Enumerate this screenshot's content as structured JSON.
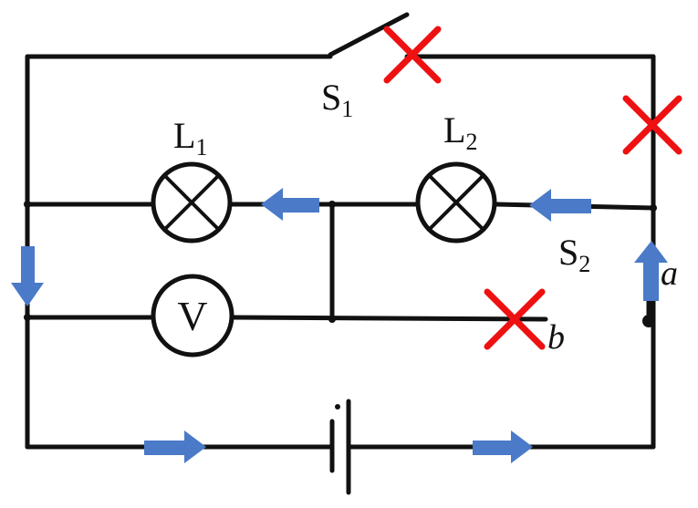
{
  "labels": {
    "switch1": "S",
    "switch1_sub": "1",
    "lamp1": "L",
    "lamp1_sub": "1",
    "lamp2": "L",
    "lamp2_sub": "2",
    "switch2": "S",
    "switch2_sub": "2",
    "voltmeter": "V",
    "point_a": "a",
    "point_b": "b"
  },
  "colors": {
    "wire": "#111111",
    "current_arrow": "#4a7ac8",
    "removed_mark": "#ee1111"
  },
  "icons": {
    "current_arrow": "arrow-icon",
    "removed_mark": "cross-icon"
  }
}
